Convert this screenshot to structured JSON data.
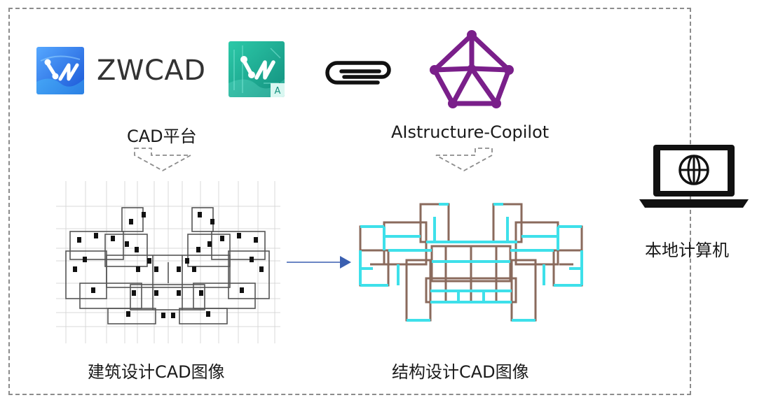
{
  "brand": {
    "name": "ZWCAD"
  },
  "labels": {
    "cad_platform": "CAD平台",
    "copilot": "AIstructure-Copilot",
    "local_computer": "本地计算机",
    "arch_image": "建筑设计CAD图像",
    "struct_image": "结构设计CAD图像"
  },
  "badge": {
    "text": "A"
  },
  "colors": {
    "logo_blue": "#1e6fe0",
    "logo_teal": "#19a89c",
    "copilot_purple": "#7a1f8a",
    "arrow_blue": "#3a5fb0",
    "wall_brown": "#8a6a5c",
    "beam_cyan": "#3ee0ea",
    "dashed_gray": "#8c8c8c"
  },
  "icons": [
    "zwcad-logo-icon",
    "zwcad-architecture-logo-icon",
    "paperclip-icon",
    "network-polygon-icon",
    "laptop-globe-icon",
    "down-arrow-icon",
    "right-arrow-icon"
  ]
}
